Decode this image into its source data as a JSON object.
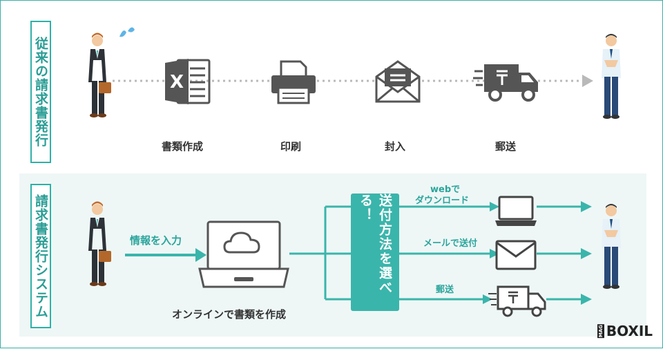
{
  "section1": {
    "label": "従来の請求書発行",
    "steps": [
      "書類作成",
      "印刷",
      "封入",
      "郵送"
    ]
  },
  "section2": {
    "label": "請求書発行システム",
    "input_label": "情報を入力",
    "create_label": "オンラインで書類を作成",
    "choose_label": "送付方法を選べる！",
    "methods": [
      "web で ダウンロード",
      "メールで送付",
      "郵送"
    ],
    "method_web_line1": "webで",
    "method_web_line2": "ダウンロード"
  },
  "brand": {
    "mag": "MAG",
    "name": "BOXIL"
  },
  "colors": {
    "accent": "#3ab5ab",
    "accent_dark": "#2a9d95",
    "panel": "#eef7f6",
    "text": "#333333"
  },
  "icons": [
    "excel-icon",
    "printer-icon",
    "envelope-icon",
    "delivery-truck-icon",
    "laptop-cloud-icon",
    "laptop-icon",
    "mail-icon",
    "truck-icon",
    "businessman-icon"
  ]
}
